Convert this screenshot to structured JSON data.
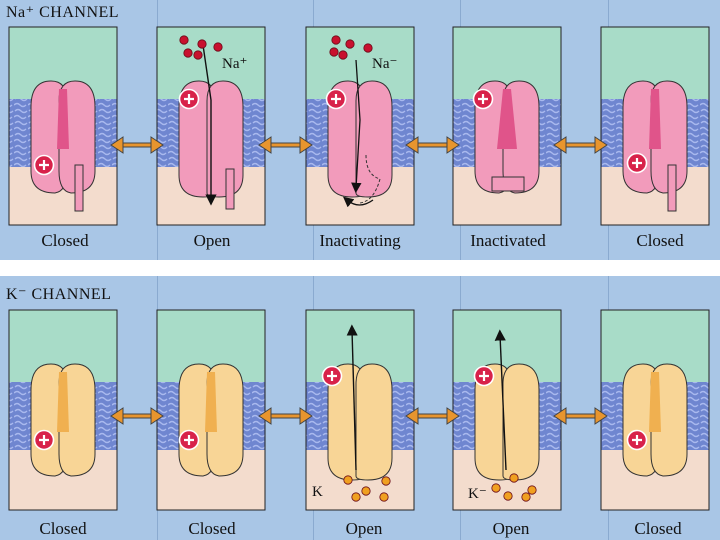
{
  "sections": [
    {
      "title": "Na⁺ CHANNEL",
      "states": [
        "Closed",
        "Open",
        "Inactivating",
        "Inactivated",
        "Closed"
      ],
      "ion_labels": [
        "Na⁺",
        "Na⁻"
      ]
    },
    {
      "title": "K⁻ CHANNEL",
      "states": [
        "Closed",
        "Closed",
        "Open",
        "Open",
        "Closed"
      ],
      "ion_labels": [
        "K",
        "K⁻"
      ]
    }
  ],
  "colors": {
    "background": "#a9c6e6",
    "extracellular": "#a8dcc8",
    "membrane": "#6f86d0",
    "cytoplasm": "#f3dccd",
    "na_channel": "#f29bbb",
    "na_channel_dark": "#e0548a",
    "k_channel": "#f8d596",
    "k_channel_dark": "#f0b050",
    "arrow": "#e8952e",
    "charge": "#d8224a",
    "ion": "#c8102e",
    "k_ion": "#f0a020"
  },
  "icons": [
    "double-arrow-icon",
    "positive-charge-icon",
    "ion-flow-arrow-icon"
  ]
}
